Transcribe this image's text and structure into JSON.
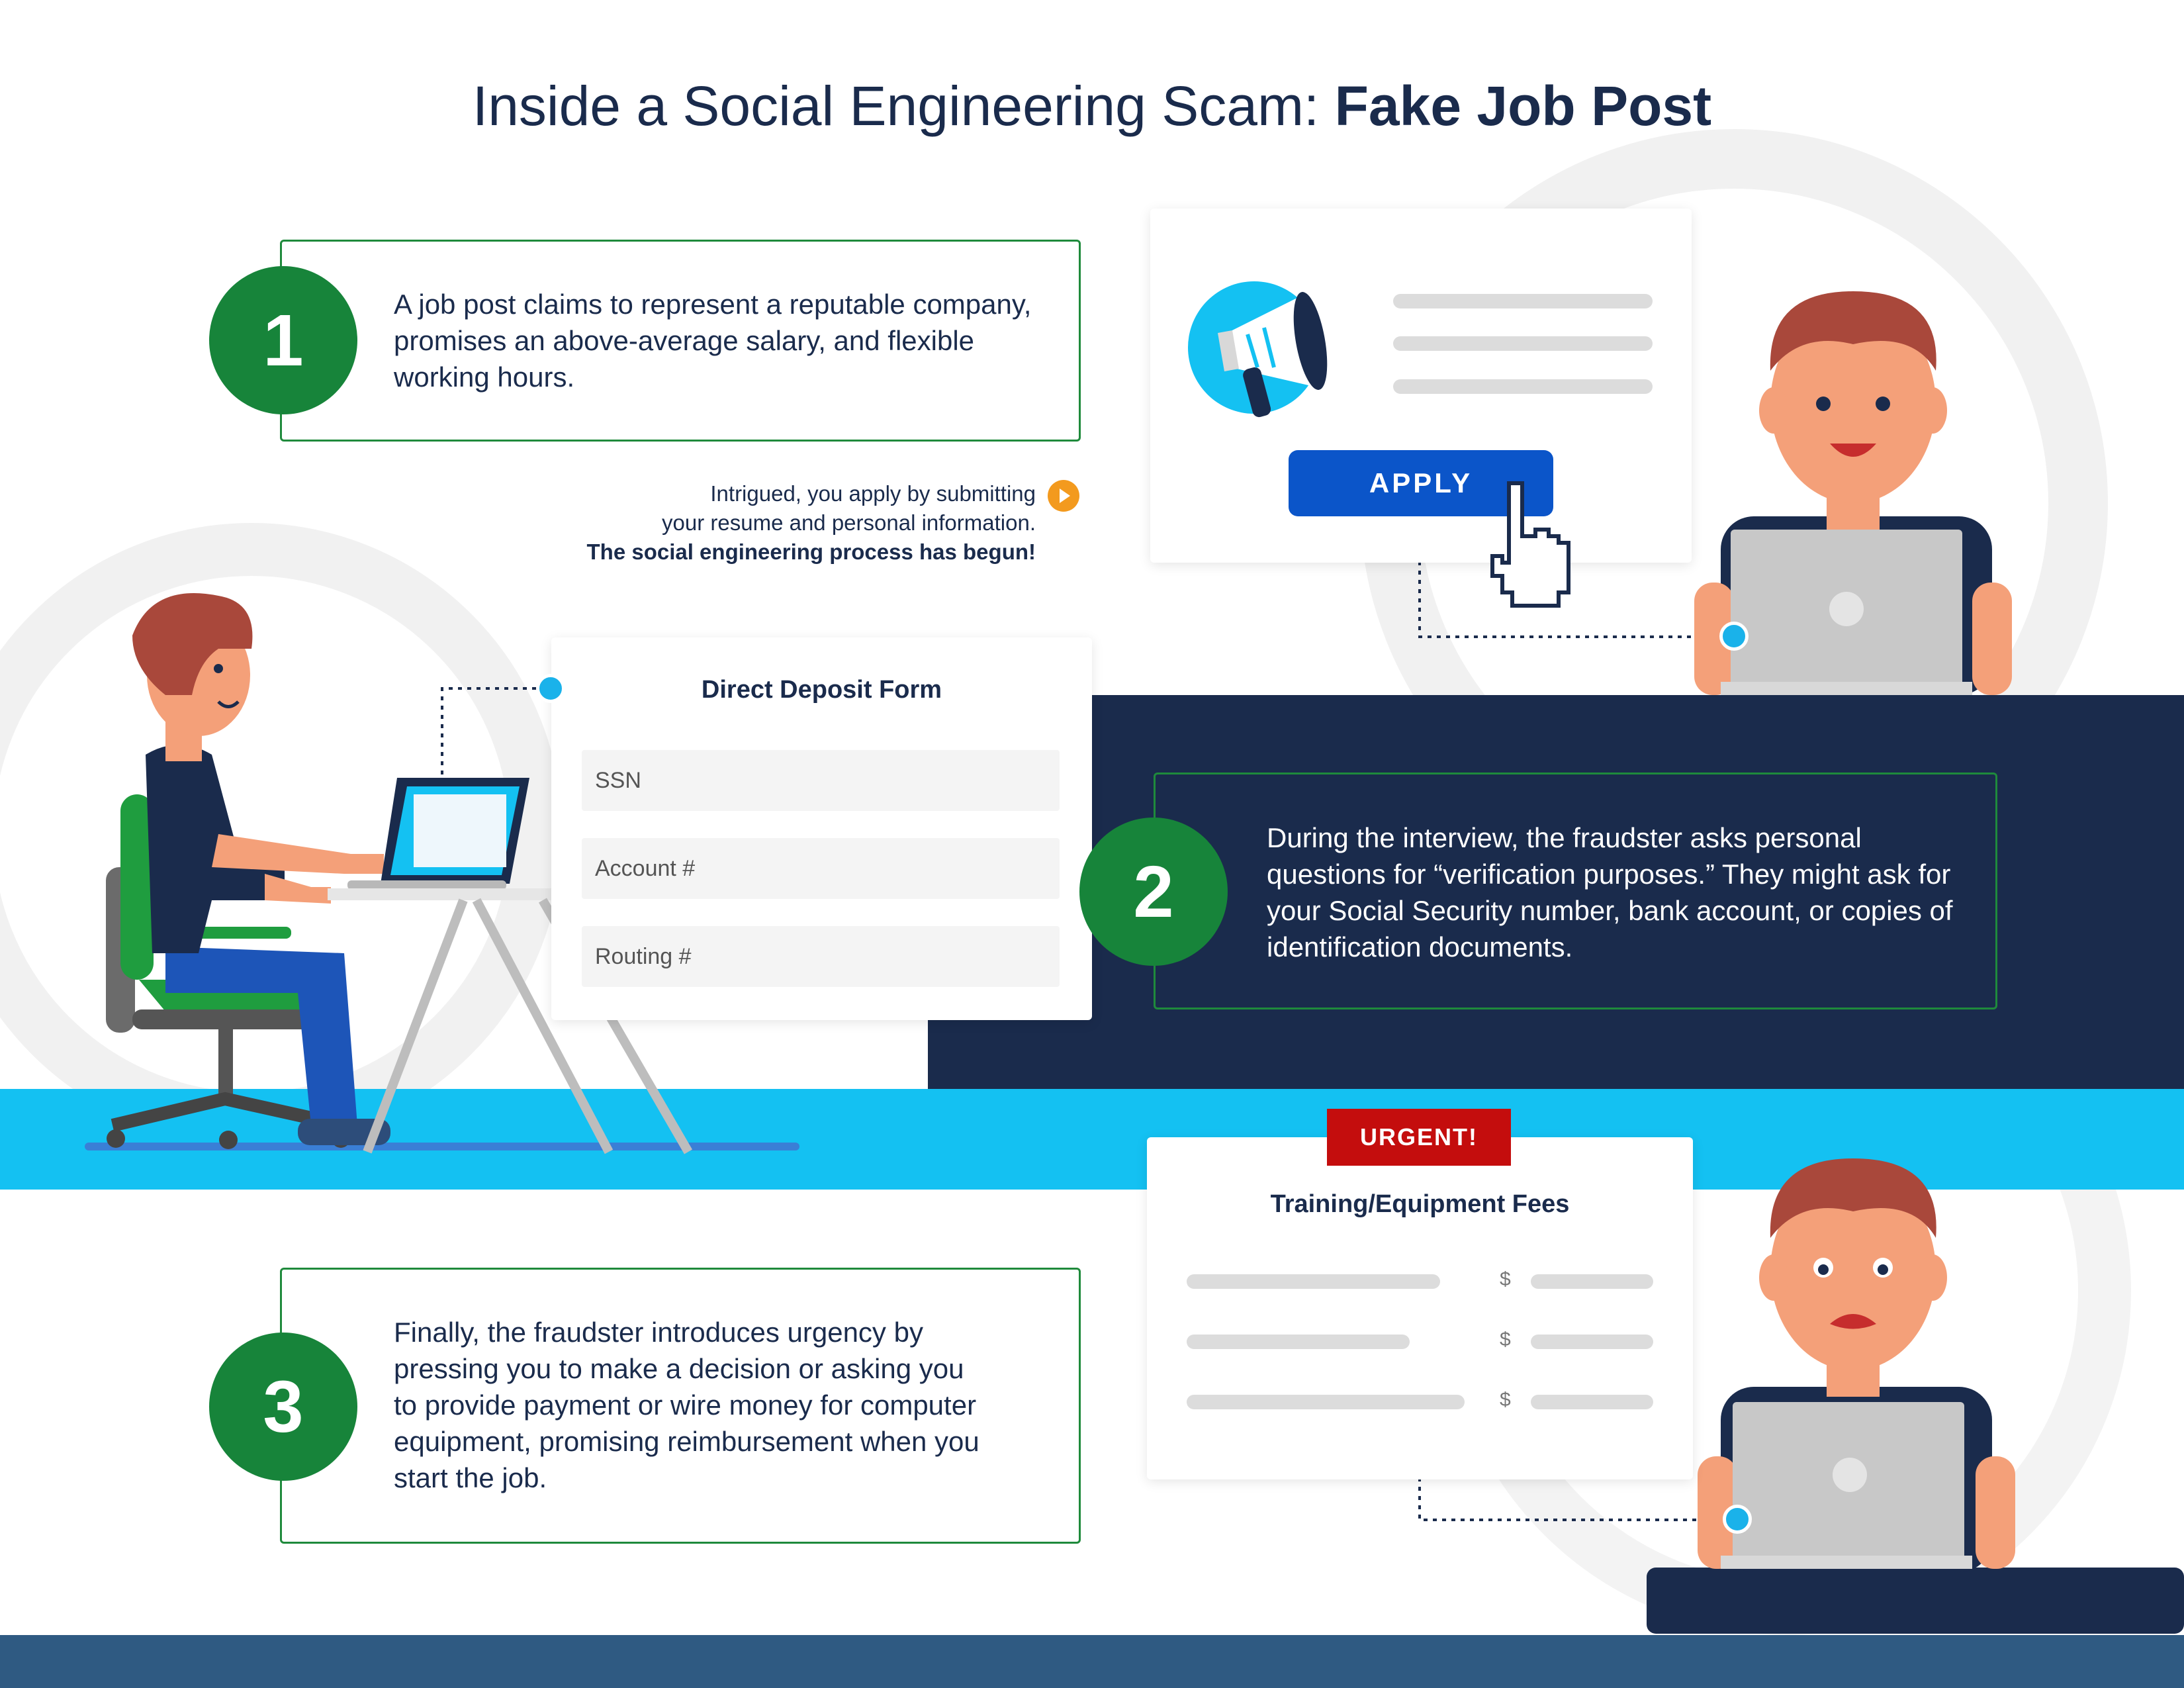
{
  "title": {
    "regular": "Inside a Social Engineering Scam: ",
    "bold": "Fake Job Post"
  },
  "steps": [
    {
      "number": "1",
      "text": "A job post claims to represent a reputable company, promises an above-average salary, and flexible working hours."
    },
    {
      "number": "2",
      "text": "During the interview, the fraudster asks personal questions for “verification purposes.” They might ask for your Social Security number, bank account, or copies of identification documents."
    },
    {
      "number": "3",
      "text": "Finally, the fraudster introduces urgency by pressing you to make a decision or asking you to provide payment or wire money for computer equipment, promising reimbursement when you start the job."
    }
  ],
  "note": {
    "line1": "Intrigued, you apply by submitting",
    "line2": "your resume and personal information.",
    "line3": "The social engineering process has begun!"
  },
  "job_post": {
    "apply_label": "APPLY"
  },
  "deposit_form": {
    "title": "Direct Deposit Form",
    "fields": [
      {
        "placeholder": "SSN"
      },
      {
        "placeholder": "Account #"
      },
      {
        "placeholder": "Routing #"
      }
    ]
  },
  "fees_card": {
    "badge": "URGENT!",
    "title": "Training/Equipment Fees",
    "currency": "$"
  },
  "colors": {
    "navy": "#1a2b4c",
    "green": "#17843a",
    "cyan": "#14c1f2",
    "apply_blue": "#0b55c9",
    "urgent_red": "#c40d0d",
    "footer": "#2f5a82"
  }
}
